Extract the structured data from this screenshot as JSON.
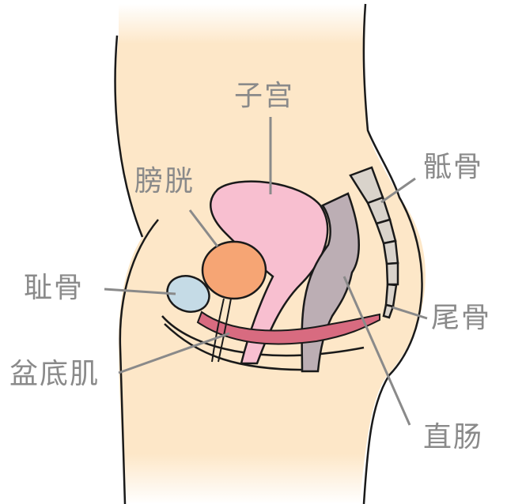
{
  "diagram": {
    "subject": "female pelvic anatomy, sagittal section",
    "labels": {
      "uterus": "子宫",
      "bladder": "膀胱",
      "sacrum": "骶骨",
      "pubic_bone": "耻骨",
      "coccyx": "尾骨",
      "pelvic_floor": "盆底肌",
      "rectum": "直肠"
    },
    "colors": {
      "skin": "#fde7c8",
      "outline": "#1a1a1a",
      "label_text": "#8a8a8a",
      "leader_line": "#8a8a8a",
      "uterus": "#f8bfd0",
      "bladder": "#f6a574",
      "pubic_bone": "#c5dbe6",
      "pelvic_floor_muscle": "#d86b80",
      "rectum": "#bcaeb4",
      "spine_bone": "#d9d3cb"
    }
  }
}
